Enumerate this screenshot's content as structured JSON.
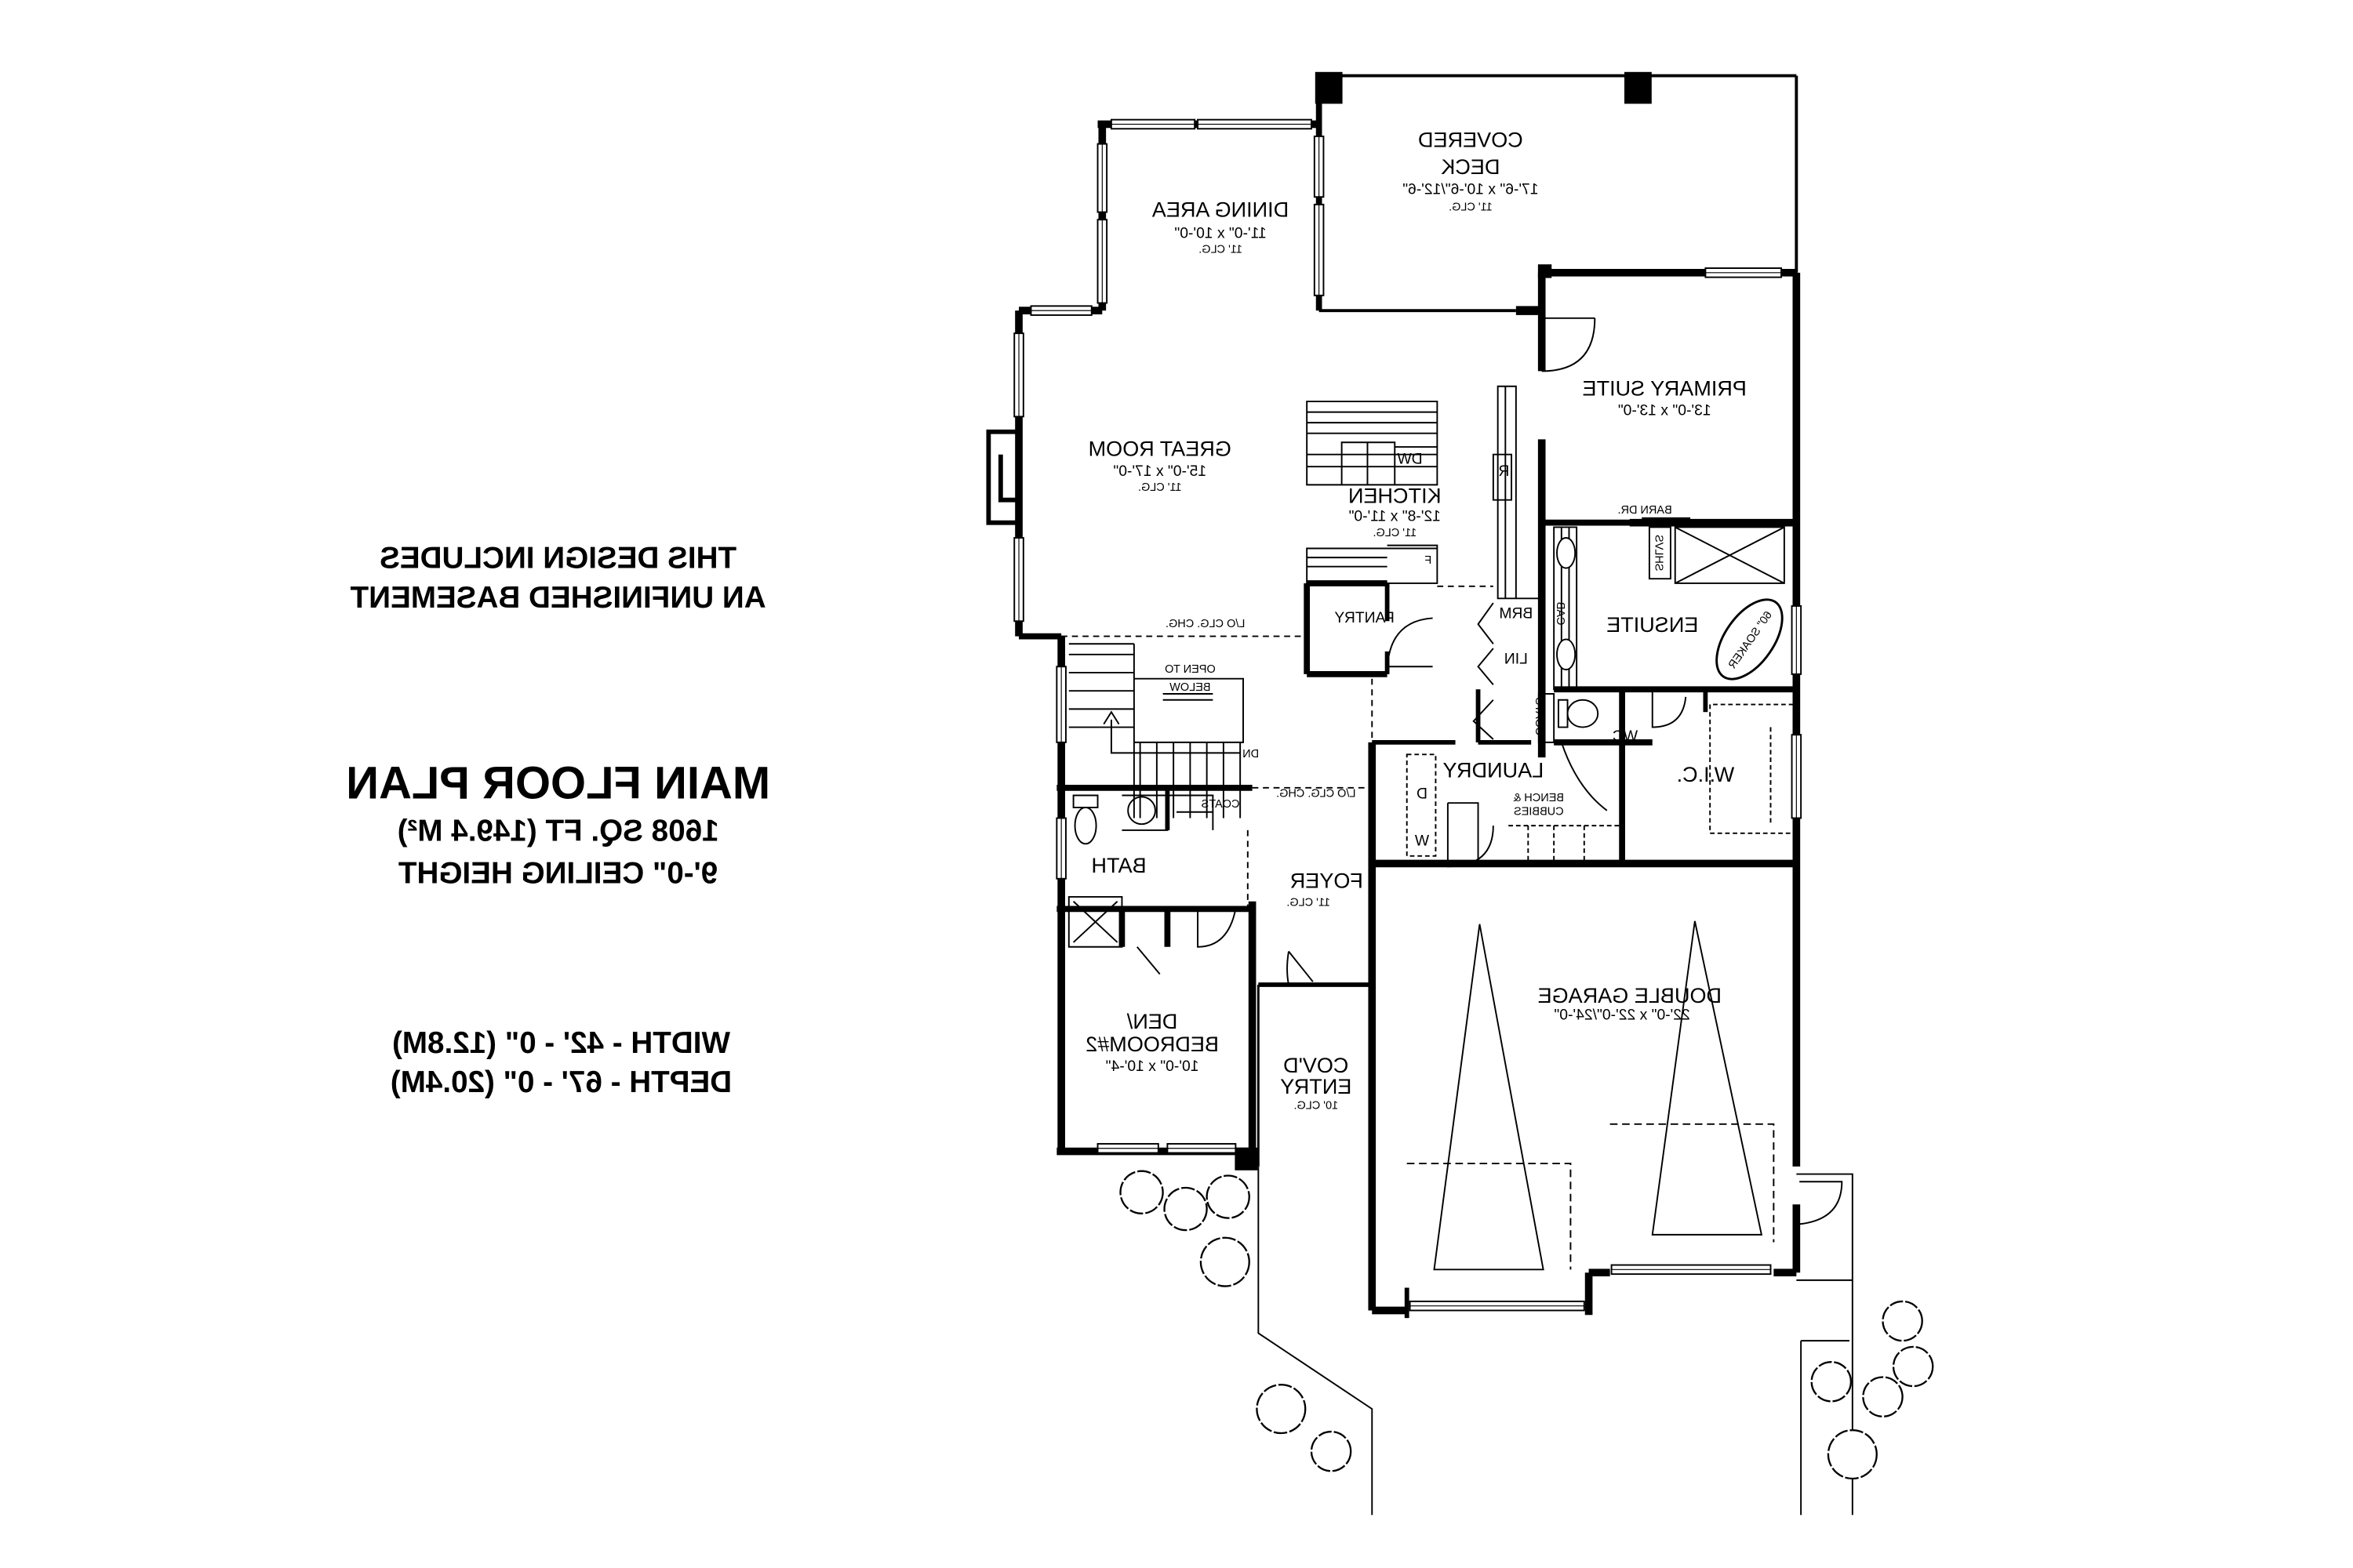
{
  "notes": {
    "line1": "THIS DESIGN INCLUDES",
    "line2": "AN UNFINISHED BASEMENT"
  },
  "plan_info": {
    "title": "MAIN FLOOR PLAN",
    "area": "1608 SQ. FT (149.4 M²)",
    "ceiling": "9'-0\" CEILING HEIGHT",
    "width": "WIDTH - 42' - 0\" (12.8M)",
    "depth": "DEPTH - 67' - 0\" (20.4M)"
  },
  "rooms": {
    "covered_deck": {
      "name1": "COVERED",
      "name2": "DECK",
      "dims": "17'-6\" x 10'-6\"/12'-6\"",
      "clg": "11' CLG."
    },
    "dining": {
      "name": "DINING AREA",
      "dims": "11'-0\" x 10'-0\"",
      "clg": "11' CLG."
    },
    "great_room": {
      "name": "GREAT ROOM",
      "dims": "15'-0\" x 17'-0\"",
      "clg": "11' CLG."
    },
    "kitchen": {
      "name": "KITCHEN",
      "dims": "12'-8\" x 11'-0\"",
      "clg": "11' CLG."
    },
    "primary_suite": {
      "name": "PRIMARY SUITE",
      "dims": "13'-0\" x 13'-0\""
    },
    "ensuite": {
      "name": "ENSUITE"
    },
    "wic": {
      "name": "W.I.C."
    },
    "laundry": {
      "name": "LAUNDRY",
      "bench1": "BENCH &",
      "bench2": "CUBBIES"
    },
    "bath": {
      "name": "BATH"
    },
    "foyer": {
      "name": "FOYER",
      "clg": "11' CLG."
    },
    "den": {
      "name1": "DEN/",
      "name2": "BEDROOM#2",
      "dims": "10'-0\" x 10'-4\""
    },
    "covd_entry": {
      "name1": "COV'D",
      "name2": "ENTRY",
      "clg": "10' CLG."
    },
    "garage": {
      "name": "DOUBLE GARAGE",
      "dims": "22'-0\" x 22'-0\"/24'-0\""
    }
  },
  "fixtures": {
    "dw": "DW",
    "fridge": "R",
    "freezer": "F",
    "pantry": "PANTRY",
    "barn_door": "BARN DR.",
    "shelves": "SHLVS",
    "soaker": "60\" SOAKER",
    "cab": "CAB",
    "brm": "BRM",
    "lin": "LIN",
    "coats_upper": "COATS",
    "wc": "WC",
    "coats_lower": "COATS",
    "dryer": "D",
    "washer": "W",
    "open_to_below1": "OPEN TO",
    "open_to_below2": "BELOW",
    "clg_change": "L/O CLG. CHG.",
    "clg_change2": "L/O CLG. CHG.",
    "down": "DN"
  }
}
